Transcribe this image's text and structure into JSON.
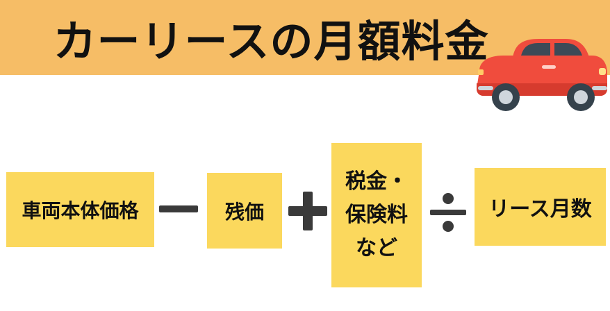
{
  "header": {
    "title": "カーリースの月額料金"
  },
  "formula": {
    "body_price": "車両本体価格",
    "minus_operator": "−",
    "residual_value": "残価",
    "plus_operator": "+",
    "taxes_line1": "税金・",
    "taxes_line2": "保険料",
    "taxes_line3": "など",
    "divide_operator": "÷",
    "lease_months": "リース月数"
  },
  "icons": {
    "car": "car-icon"
  },
  "colors": {
    "banner": "#f6bd66",
    "box": "#fbd85d",
    "car_body": "#f04c3d",
    "operator": "#3a3a3a"
  }
}
